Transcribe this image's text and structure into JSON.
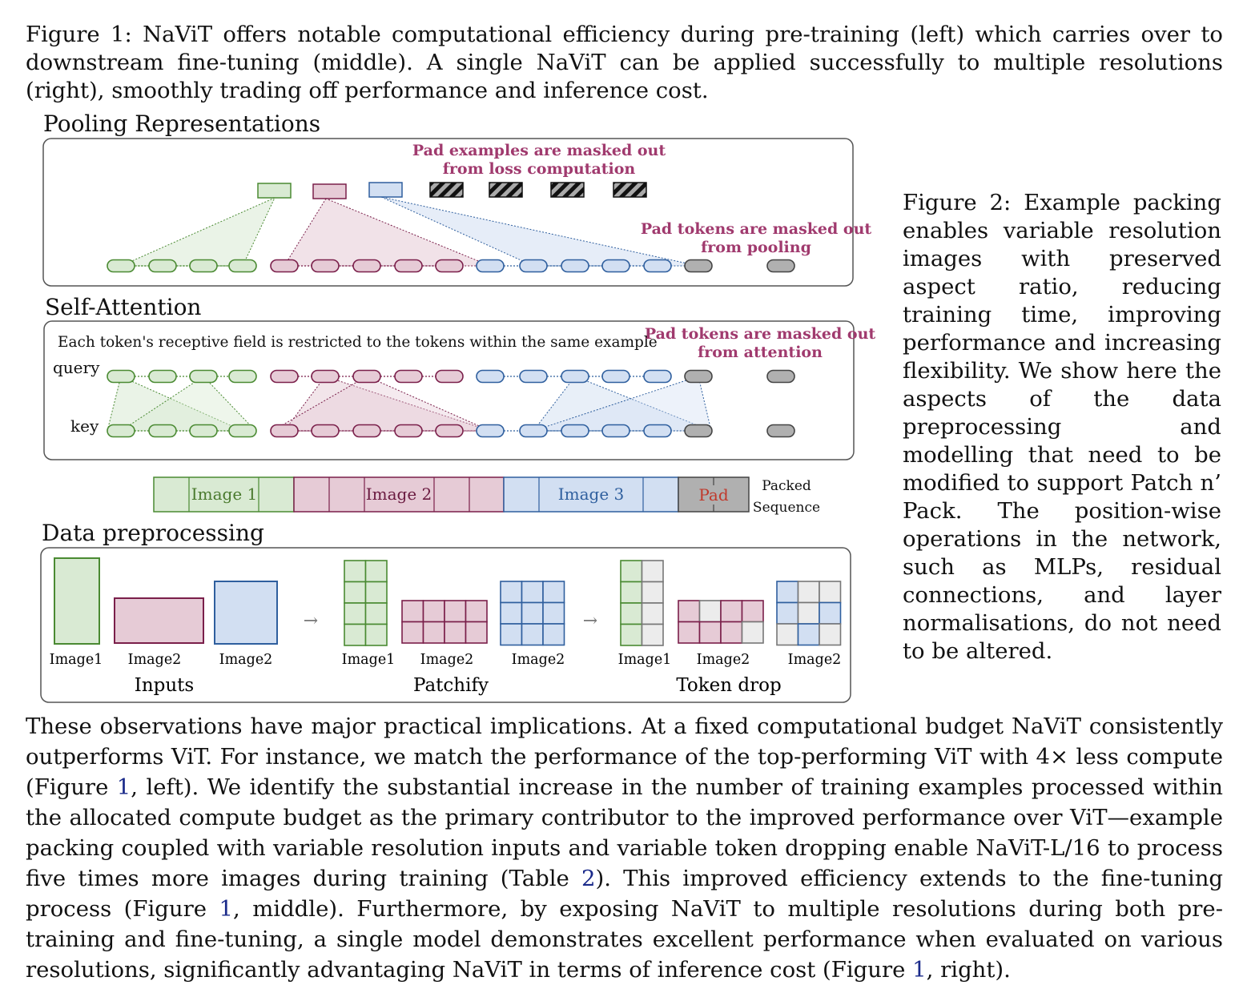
{
  "figure1_caption": {
    "label": "Figure 1:",
    "text": "NaViT offers notable computational efficiency during pre-training (left) which carries over to downstream fine-tuning (middle). A single NaViT can be applied successfully to multiple resolutions (right), smoothly trading off performance and inference cost."
  },
  "figure2_caption": {
    "label": "Figure 2:",
    "text": "Example packing enables variable resolution images with preserved aspect ratio, reducing training time, improving performance and increasing flexibility. We show here the aspects of the data preprocessing and modelling that need to be modified to support Patch n’ Pack. The position-wise operations in the network, such as MLPs, residual connections, and layer normalisations, do not need to be altered."
  },
  "diagram": {
    "pooling": {
      "title": "Pooling Representations",
      "pad_examples_note_line1": "Pad examples are masked out",
      "pad_examples_note_line2": "from loss computation",
      "pad_tokens_note_line1": "Pad tokens are masked out",
      "pad_tokens_note_line2": "from pooling"
    },
    "self_attention": {
      "title": "Self-Attention",
      "description": "Each token's receptive field is restricted to the tokens within the same example",
      "pad_note_line1": "Pad tokens are masked out",
      "pad_note_line2": "from attention",
      "query_label": "query",
      "key_label": "key"
    },
    "packed_sequence": {
      "image1": "Image 1",
      "image2": "Image 2",
      "image3": "Image 3",
      "pad": "Pad",
      "label_line1": "Packed",
      "label_line2": "Sequence"
    },
    "data_preprocessing": {
      "title": "Data preprocessing",
      "inputs_label": "Inputs",
      "patchify_label": "Patchify",
      "token_drop_label": "Token drop",
      "inputs_images": [
        "Image1",
        "Image2",
        "Image2"
      ],
      "patchify_images": [
        "Image1",
        "Image2",
        "Image2"
      ],
      "token_drop_images": [
        "Image1",
        "Image2",
        "Image2"
      ],
      "arrow": "→"
    },
    "colors": {
      "green_fill": "#d9ead3",
      "green_stroke": "#4a8a32",
      "pink_fill": "#e6cbd6",
      "pink_stroke": "#7a1f4a",
      "blue_fill": "#d2dff2",
      "blue_stroke": "#2f5f9e",
      "gray_fill": "#b0b0b0",
      "gray_stroke": "#444444",
      "note_color": "#a03a6e"
    }
  },
  "body": {
    "p1": "These observations have major practical implications. At a fixed computational budget NaViT consistently outperforms ViT. For instance, we match the performance of the top-performing ViT with 4× less compute (Figure ",
    "ref1": "1",
    "p2": ", left). We identify the substantial increase in the number of training examples processed within the allocated compute budget as the primary contributor to the improved performance over ViT—example packing coupled with variable resolution inputs and variable token dropping enable NaViT-L/16 to process five times more images during training (Table ",
    "ref2": "2",
    "p3": "). This improved efficiency extends to the fine-tuning process (Figure ",
    "ref3": "1",
    "p4": ", middle). Furthermore, by exposing NaViT to multiple resolutions during both pre-training and fine-tuning, a single model demonstrates excellent performance when evaluated on various resolutions, significantly advantaging NaViT in terms of inference cost (Figure ",
    "ref4": "1",
    "p5": ", right)."
  }
}
